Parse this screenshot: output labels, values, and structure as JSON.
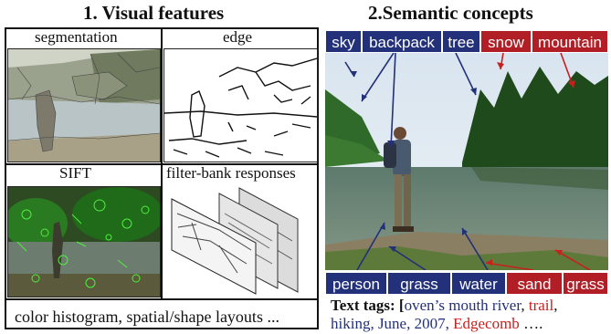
{
  "headers": {
    "left": "1. Visual features",
    "right": "2.Semantic concepts"
  },
  "visual": {
    "segmentation": "segmentation",
    "edge": "edge",
    "sift": "SIFT",
    "filter_bank": "filter-bank responses",
    "bottom": "color histogram, spatial/shape layouts ..."
  },
  "semantic": {
    "top_tags": [
      {
        "label": "sky",
        "kind": "blue"
      },
      {
        "label": "backpack",
        "kind": "blue"
      },
      {
        "label": "tree",
        "kind": "blue"
      },
      {
        "label": "snow",
        "kind": "red"
      },
      {
        "label": "mountain",
        "kind": "red"
      }
    ],
    "bottom_tags": [
      {
        "label": "person",
        "kind": "blue"
      },
      {
        "label": "grass",
        "kind": "blue"
      },
      {
        "label": "water",
        "kind": "blue"
      },
      {
        "label": "sand",
        "kind": "red"
      },
      {
        "label": "grass",
        "kind": "red"
      }
    ],
    "text_tags": {
      "label": "Text tags: [",
      "line1_blue": "oven’s mouth river",
      "sep1": ", ",
      "line1_red": "trail",
      "sep2": ",",
      "line2_blue": "hiking, June, 2007, ",
      "line2_red": "Edgecomb",
      "tail": " …."
    }
  },
  "colors": {
    "correct_tag": "#23307a",
    "wrong_tag": "#b21e26"
  }
}
